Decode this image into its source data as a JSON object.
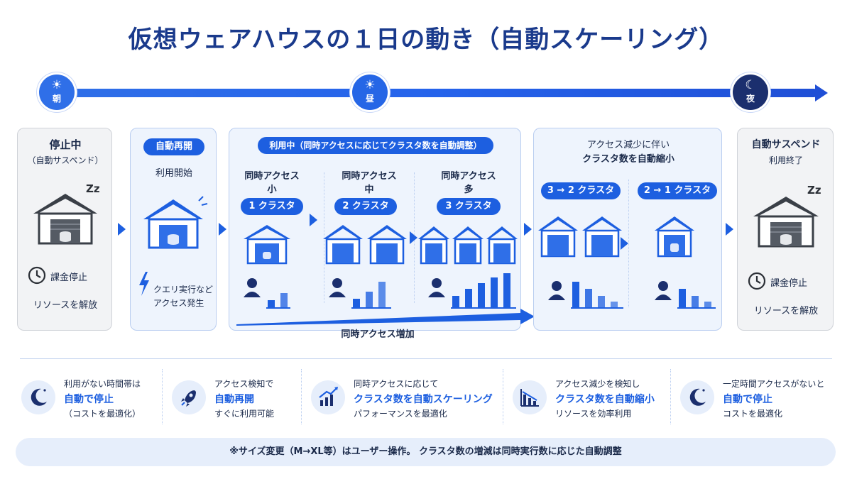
{
  "title": "仮想ウェアハウスの１日の動き（自動スケーリング）",
  "timeline": {
    "nodes": [
      {
        "label": "朝",
        "icon": "sun-icon"
      },
      {
        "label": "昼",
        "icon": "sun-icon"
      },
      {
        "label": "夜",
        "icon": "moon-icon"
      }
    ]
  },
  "stages": {
    "stopped": {
      "title": "停止中",
      "subtitle": "（自動サスペンド）",
      "zz": "Zz",
      "billing": "課金停止",
      "release": "リソースを解放"
    },
    "resume": {
      "badge": "自動再開",
      "caption": "利用開始",
      "note_line1": "クエリ実行など",
      "note_line2": "アクセス発生"
    },
    "in_use": {
      "badge": "利用中（同時アクセスに応じてクラスタ数を自動調整）",
      "columns": [
        {
          "line1": "同時アクセス",
          "line2": "小",
          "clusters": "1 クラスタ"
        },
        {
          "line1": "同時アクセス",
          "line2": "中",
          "clusters": "2 クラスタ"
        },
        {
          "line1": "同時アクセス",
          "line2": "多",
          "clusters": "3 クラスタ"
        }
      ],
      "increase_label": "同時アクセス増加"
    },
    "reduce": {
      "heading_line1": "アクセス減少に伴い",
      "heading_line2": "クラスタ数を自動縮小",
      "steps": [
        "3 → 2 クラスタ",
        "2 → 1 クラスタ"
      ]
    },
    "suspend": {
      "title": "自動サスペンド",
      "caption": "利用終了",
      "zz": "Zz",
      "billing": "課金停止",
      "release": "リソースを解放"
    }
  },
  "features": [
    {
      "icon": "moon-icon",
      "line1": "利用がない時間帯は",
      "line2": "自動で停止",
      "line3": "（コストを最適化）"
    },
    {
      "icon": "rocket-icon",
      "line1": "アクセス検知で",
      "line2": "自動再開",
      "line3": "すぐに利用可能"
    },
    {
      "icon": "growth-chart-icon",
      "line1": "同時アクセスに応じて",
      "line2": "クラスタ数を自動スケーリング",
      "line3": "パフォーマンスを最適化"
    },
    {
      "icon": "decline-chart-icon",
      "line1": "アクセス減少を検知し",
      "line2": "クラスタ数を自動縮小",
      "line3": "リソースを効率利用"
    },
    {
      "icon": "moon-icon",
      "line1": "一定時間アクセスがないと",
      "line2": "自動で停止",
      "line3": "コストを最適化"
    }
  ],
  "footnote": "※サイズ変更（M→XL等）はユーザー操作。 クラスタ数の増減は同時実行数に応じた自動調整",
  "colors": {
    "accent": "#1d5fe0",
    "dark": "#1a3a8c",
    "night": "#1b2f6e",
    "light_bg": "#eef4fd",
    "gray_bg": "#f2f3f5"
  }
}
